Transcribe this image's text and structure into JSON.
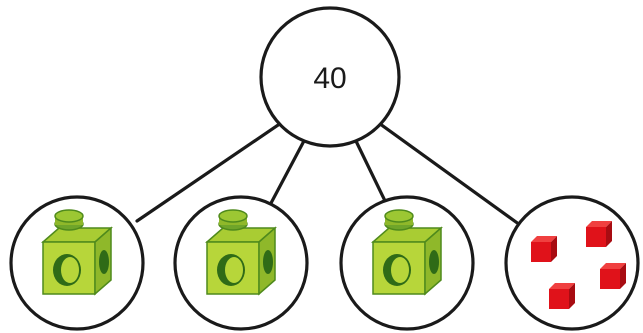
{
  "diagram": {
    "top_node": {
      "value": "40"
    },
    "children": [
      {
        "icon": "green-cube-icon",
        "content": "green-cube"
      },
      {
        "icon": "green-cube-icon",
        "content": "green-cube"
      },
      {
        "icon": "green-cube-icon",
        "content": "green-cube"
      },
      {
        "icon": "red-cubes-icon",
        "content": "red-cubes",
        "count": 4
      }
    ]
  },
  "colors": {
    "line": "#1a1a1a",
    "green_light": "#b7d63a",
    "green_mid": "#8fb82a",
    "green_dark": "#4f8a1c",
    "green_hole": "#2f6b17",
    "red_front": "#e0121a",
    "red_top": "#f04040",
    "red_side": "#a80c12"
  }
}
